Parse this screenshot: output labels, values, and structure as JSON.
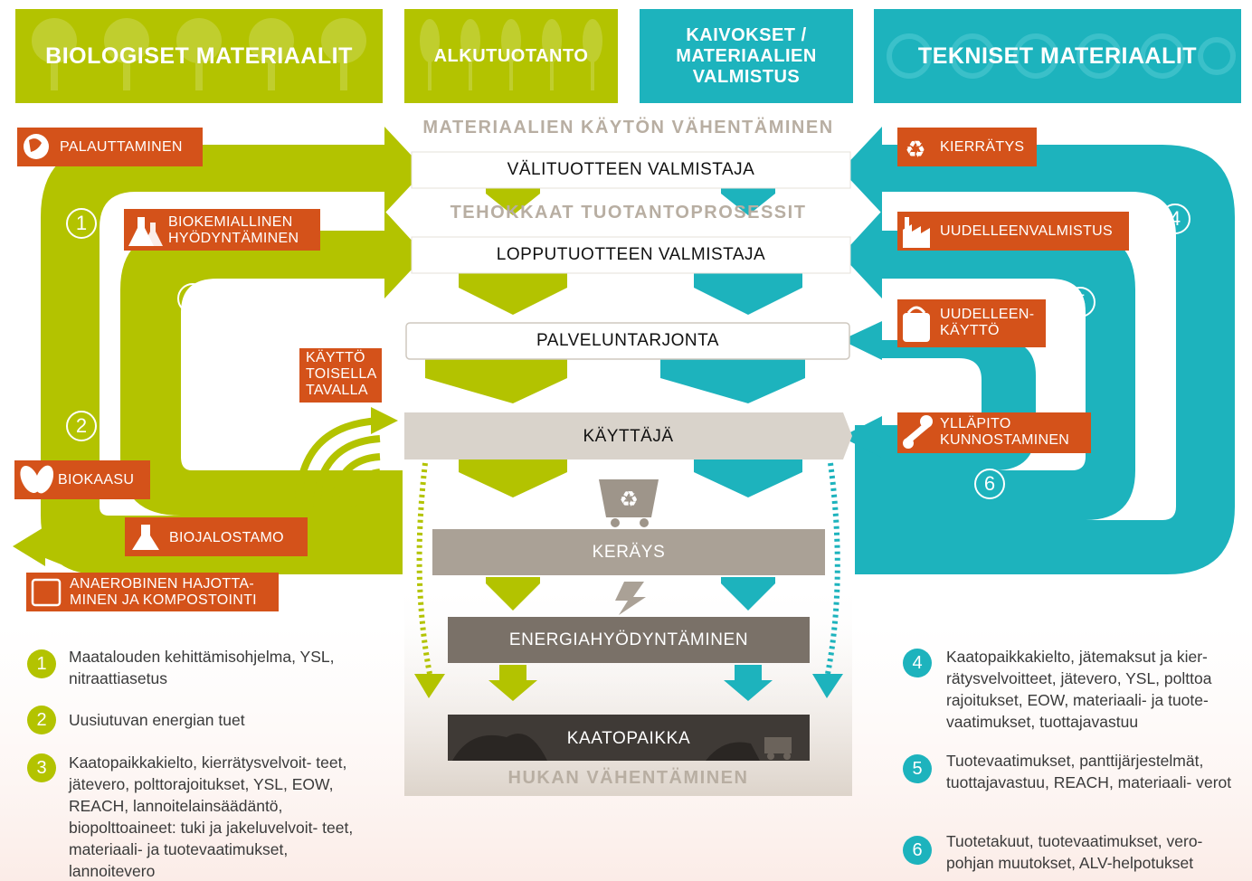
{
  "colors": {
    "green": "#b3c300",
    "teal": "#1db3bd",
    "orange": "#d4521a",
    "gray_light": "#d9d3cb",
    "gray_mid": "#aaa196",
    "gray_dark": "#7a7168"
  },
  "headers": {
    "bio": "BIOLOGISET MATERIAALIT",
    "primary": "ALKUTUOTANTO",
    "mining": "KAIVOKSET / MATERIAALIEN VALMISTUS",
    "tech": "TEKNISET MATERIAALIT"
  },
  "bands": {
    "reduce_material": "MATERIAALIEN KÄYTÖN VÄHENTÄMINEN",
    "efficient": "TEHOKKAAT TUOTANTOPROSESSIT",
    "reduce_waste": "HUKAN VÄHENTÄMINEN"
  },
  "steps": {
    "intermediate": "VÄLITUOTTEEN VALMISTAJA",
    "final": "LOPPUTUOTTEEN VALMISTAJA",
    "service": "PALVELUNTARJONTA",
    "user": "KÄYTTÄJÄ",
    "collection": "KERÄYS",
    "energy": "ENERGIAHYÖDYNTÄMINEN",
    "landfill": "KAATOPAIKKA"
  },
  "left_labels": {
    "restore": "PALAUTTAMINEN",
    "biochem": "BIOKEMIALLINEN HYÖDYNTÄMINEN",
    "other_use": "KÄYTTÖ TOISELLA TAVALLA",
    "biogas": "BIOKAASU",
    "biorefinery": "BIOJALOSTAMO",
    "anaerobic": "ANAEROBINEN HAJOTTA- MINEN JA KOMPOSTOINTI"
  },
  "right_labels": {
    "recycling": "KIERRÄTYS",
    "remanufacture": "UUDELLEENVALMISTUS",
    "reuse": "UUDELLEEN- KÄYTTÖ",
    "maintenance": "YLLÄPITO KUNNOSTAMINEN"
  },
  "loop_numbers": {
    "n1": "1",
    "n2": "2",
    "n3": "3",
    "n4": "4",
    "n5": "5",
    "n6": "6"
  },
  "legend_left": [
    {
      "num": "1",
      "text": "Maatalouden kehittämisohjelma, YSL, nitraattiasetus"
    },
    {
      "num": "2",
      "text": "Uusiutuvan energian tuet"
    },
    {
      "num": "3",
      "text": "Kaatopaikkakielto, kierrätysvelvoit- teet, jätevero, polttorajoitukset, YSL, EOW, REACH, lannoitelainsäädäntö, biopolttoaineet: tuki ja jakeluvelvoit- teet, materiaali- ja tuotevaatimukset, lannoitevero"
    }
  ],
  "legend_right": [
    {
      "num": "4",
      "text": "Kaatopaikkakielto, jätemaksut ja kier- rätysvelvoitteet, jätevero, YSL, polttoa rajoitukset, EOW, materiaali- ja tuote- vaatimukset, tuottajavastuu"
    },
    {
      "num": "5",
      "text": "Tuotevaatimukset, panttijärjestelmät, tuottajavastuu, REACH, materiaali- verot"
    },
    {
      "num": "6",
      "text": "Tuotetakuut, tuotevaatimukset, vero- pohjan muutokset, ALV-helpotukset"
    }
  ]
}
